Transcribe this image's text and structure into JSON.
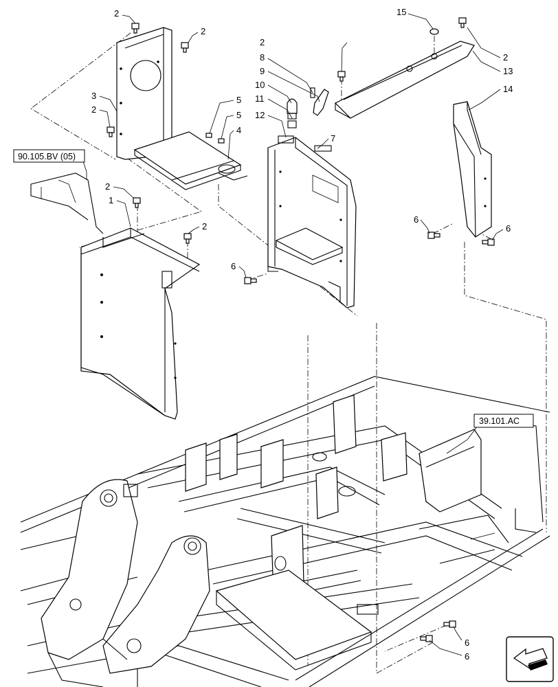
{
  "callouts": {
    "c1": "1",
    "c2a": "2",
    "c2b": "2",
    "c2c": "2",
    "c2d": "2",
    "c2e": "2",
    "c2f": "2",
    "c2g": "2",
    "c3": "3",
    "c4": "4",
    "c5a": "5",
    "c5b": "5",
    "c6a": "6",
    "c6b": "6",
    "c6c": "6",
    "c6d": "6",
    "c6e": "6",
    "c7": "7",
    "c8": "8",
    "c9": "9",
    "c10": "10",
    "c11": "11",
    "c12": "12",
    "c13": "13",
    "c14": "14",
    "c15": "15"
  },
  "references": {
    "ref1": "90.105.BV (05)",
    "ref2": "39.101.AC"
  },
  "icons": {
    "navigation": "back-arrow-icon"
  }
}
